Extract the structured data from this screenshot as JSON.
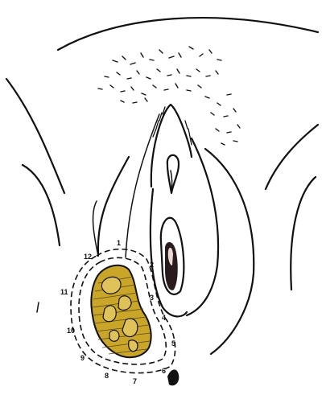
{
  "diagram": {
    "lesion_color": "#c9a52a",
    "lesion_highlight": "#e0c25a",
    "ink_color": "#111111",
    "margin_labels": [
      "1",
      "2",
      "3",
      "4",
      "5",
      "6",
      "7",
      "8",
      "9",
      "10",
      "11",
      "12"
    ]
  }
}
